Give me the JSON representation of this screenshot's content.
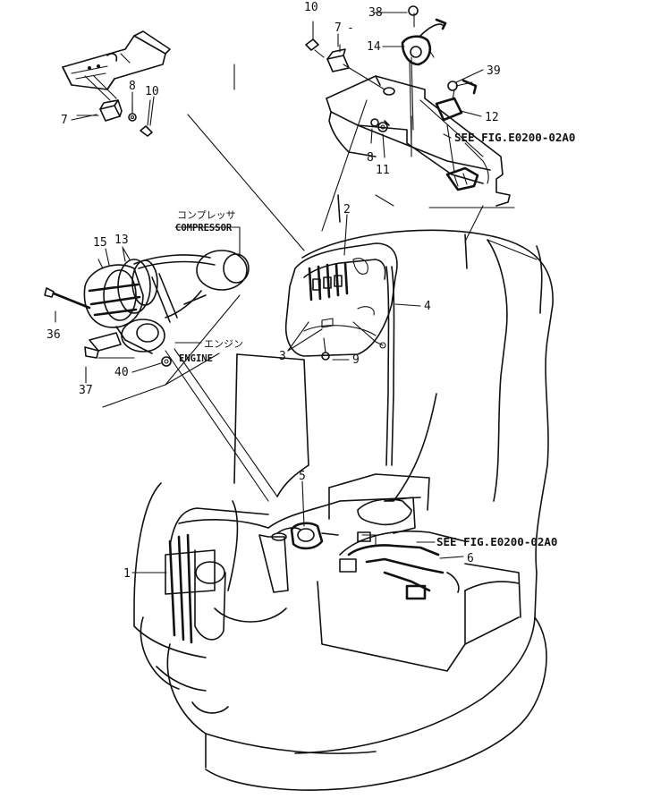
{
  "part_numbers": {
    "n1": "1",
    "n2": "2",
    "n3": "3",
    "n4": "4",
    "n5": "5",
    "n6": "6",
    "n7a": "7",
    "n7b": "7",
    "n8a": "8",
    "n8b": "8",
    "n9": "9",
    "n10a": "10",
    "n10b": "10",
    "n11": "11",
    "n12": "12",
    "n13": "13",
    "n14": "14",
    "n15": "15",
    "n36": "36",
    "n37": "37",
    "n38": "38",
    "n39": "39",
    "n40": "40"
  },
  "labels": {
    "compressor_jp": "コンプレッサ",
    "compressor_en": "COMPRESSOR",
    "engine_jp": "エンジン",
    "engine_en": "ENGINE",
    "see_fig_upper": "SEE FIG.E0200-02A0",
    "see_fig_lower": "SEE FIG.E0200-02A0"
  }
}
